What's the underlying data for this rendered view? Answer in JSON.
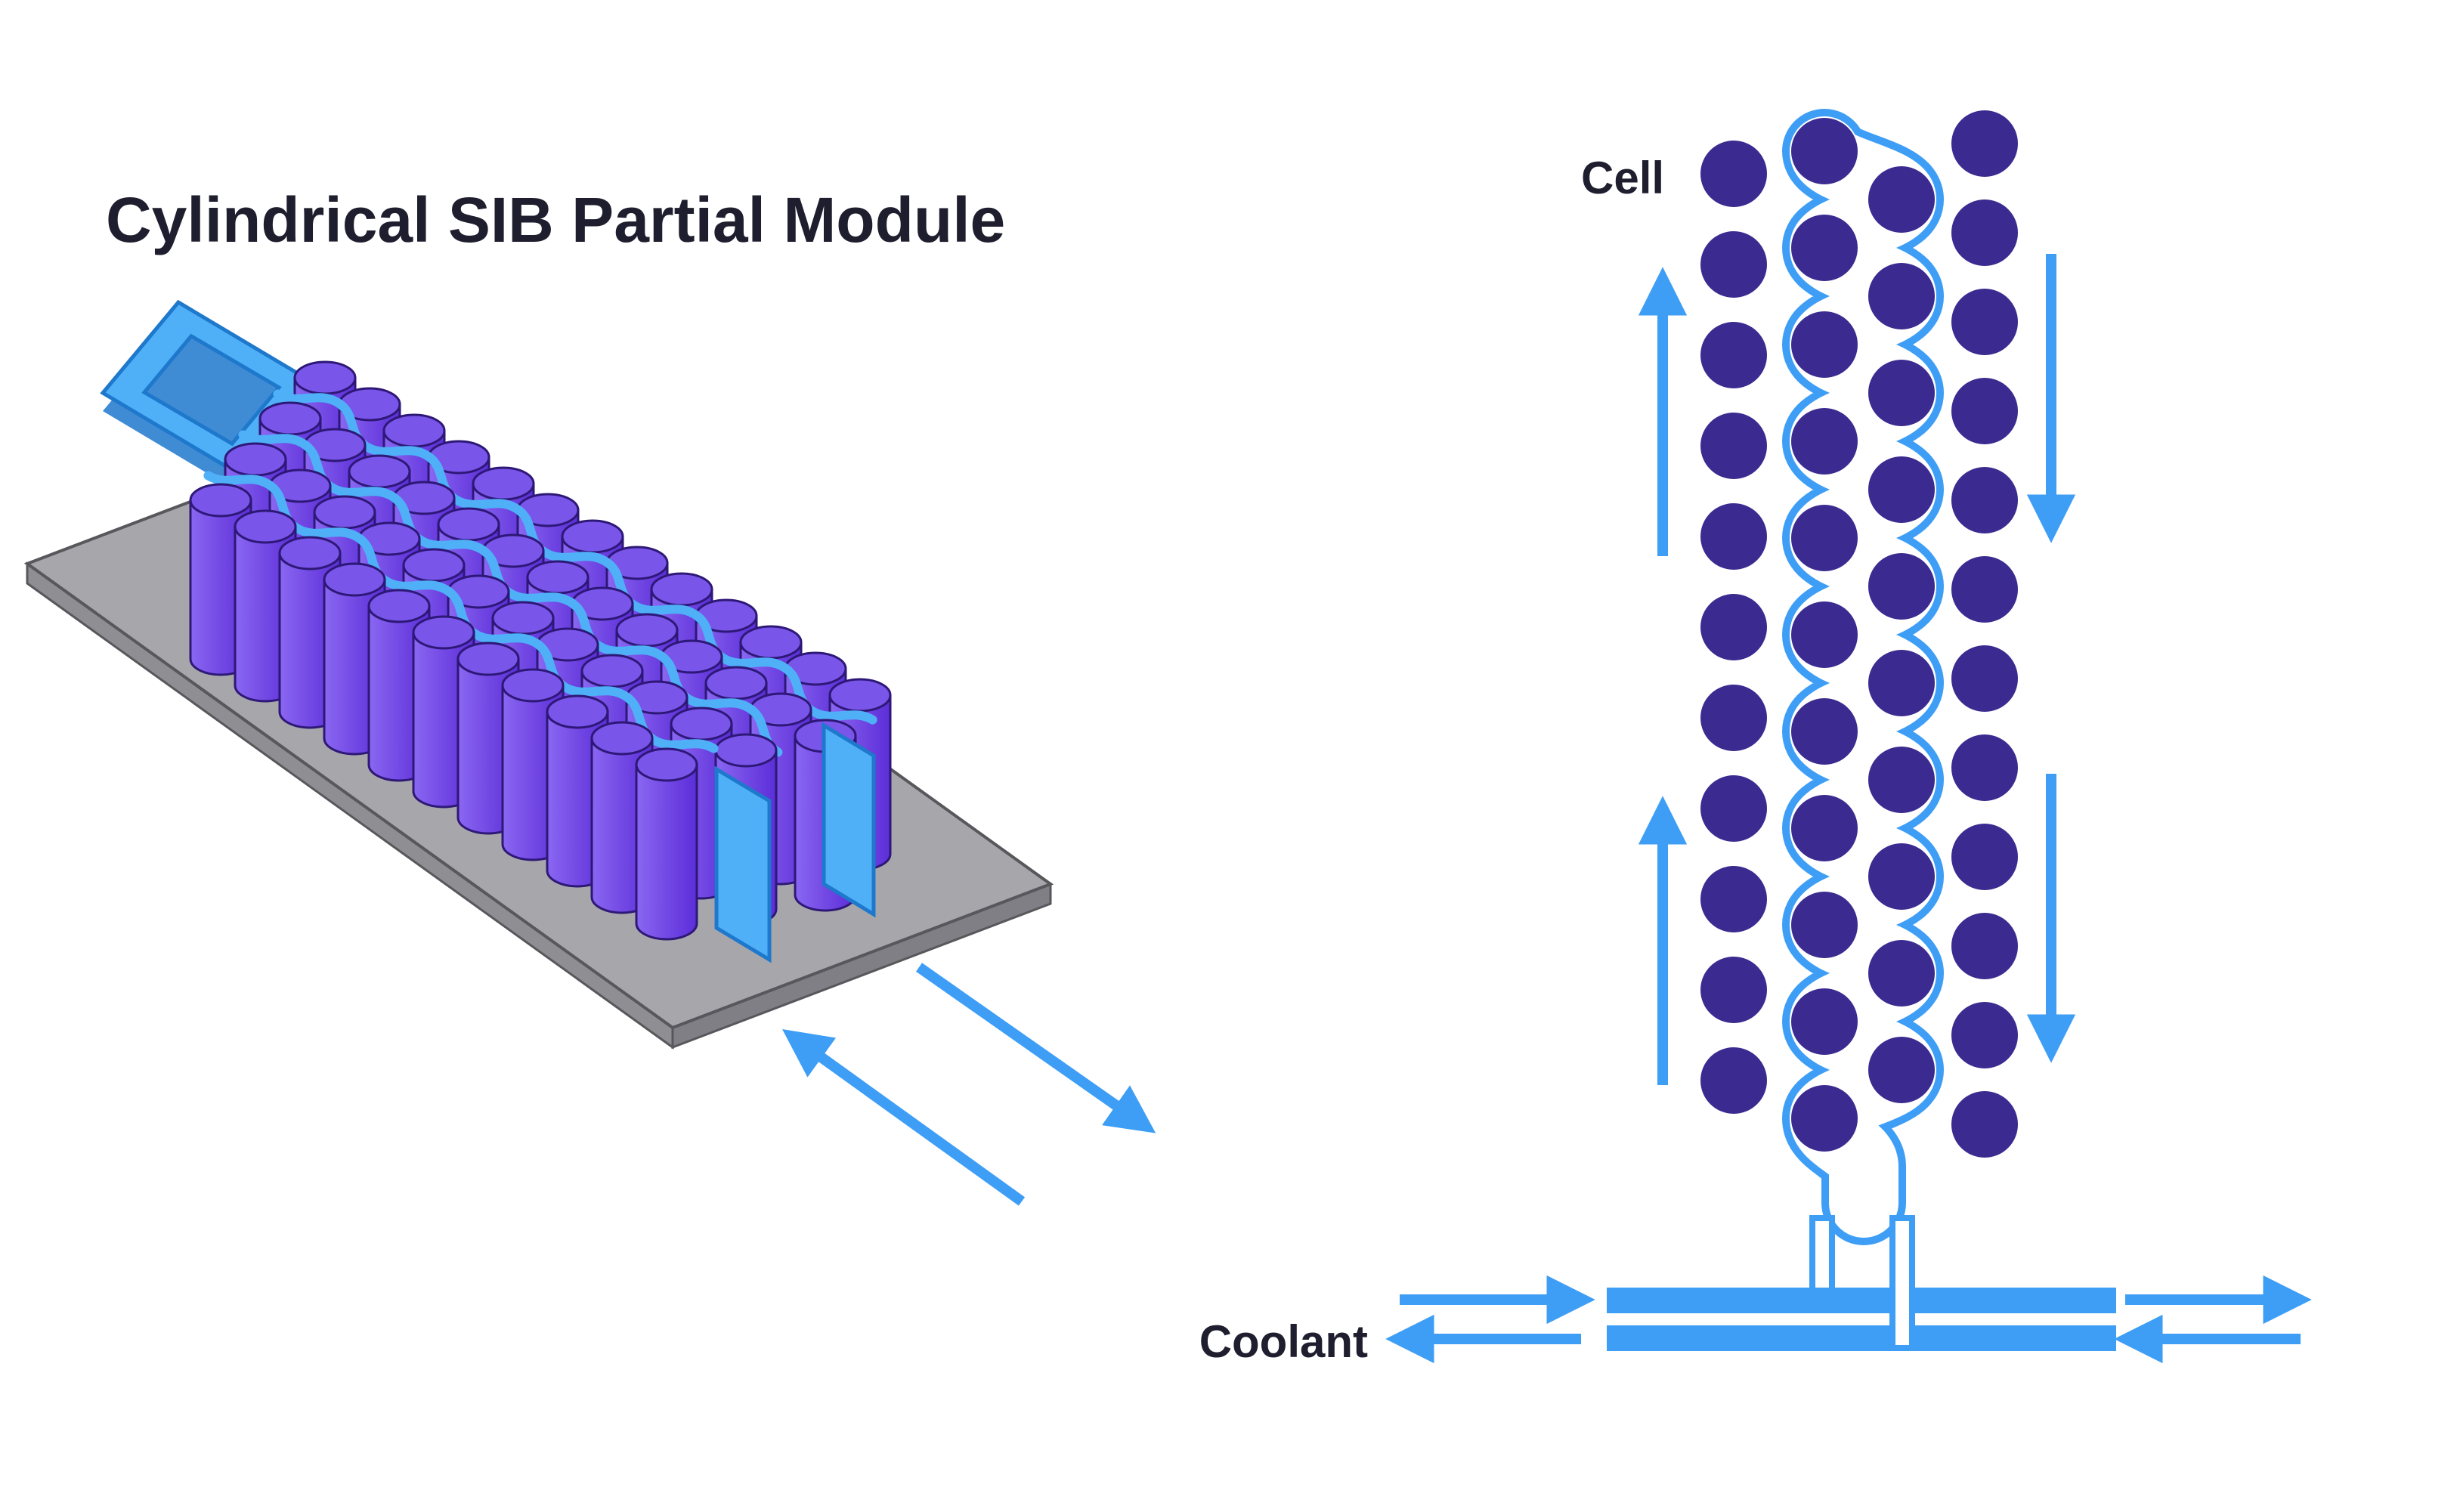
{
  "title": "Cylindrical SIB Partial Module",
  "schematic": {
    "cell_label": "Cell",
    "coolant_label": "Coolant",
    "left_column_count": 11,
    "right_column_count": 12,
    "channel_cell_count": 21
  },
  "module": {
    "rows": 4,
    "cells_per_row": [
      13,
      13,
      12,
      11
    ]
  },
  "colors": {
    "accent": "#3e9ef5",
    "cooling_fill": "#4fb0f8",
    "cooling_stroke": "#1e78cc",
    "cell_body_light": "#8a67f2",
    "cell_body_mid": "#7349e4",
    "cell_body_dark": "#5b2ed8",
    "cell_top": "#7a55ea",
    "cell_outline": "#2e1877",
    "indigo": "#3b2b90",
    "plate_top": "#a7a7ab",
    "plate_side": "#8e8e93",
    "plate_edge": "#57575c",
    "text": "#1e1e2e"
  }
}
